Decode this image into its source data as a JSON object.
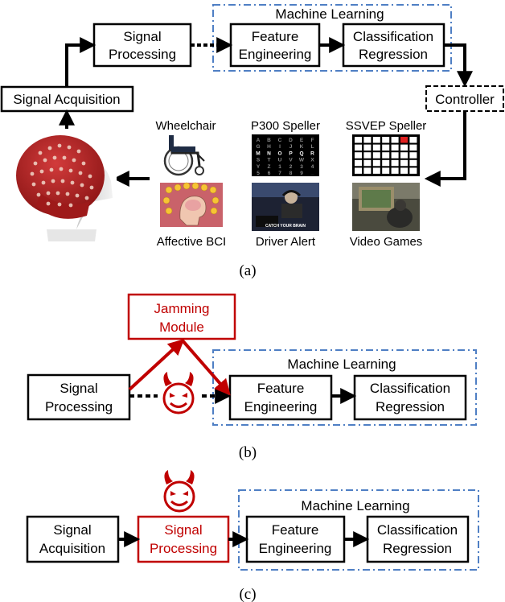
{
  "colors": {
    "attack": "#c00000",
    "ml_border": "#4f7fc4",
    "box": "#000000"
  },
  "panel_a": {
    "caption": "(a)",
    "ml_group": "Machine Learning",
    "signal_processing": [
      "Signal",
      "Processing"
    ],
    "feature_engineering": [
      "Feature",
      "Engineering"
    ],
    "classification": [
      "Classification",
      "Regression"
    ],
    "signal_acquisition": "Signal Acquisition",
    "controller": "Controller",
    "apps": {
      "wheelchair": "Wheelchair",
      "p300": "P300 Speller",
      "ssvep": "SSVEP Speller",
      "affective": "Affective BCI",
      "driver": "Driver Alert",
      "games": "Video Games"
    },
    "p300_letters": [
      "A",
      "B",
      "C",
      "D",
      "E",
      "F",
      "G",
      "H",
      "I",
      "J",
      "K",
      "L",
      "M",
      "N",
      "O",
      "P",
      "Q",
      "R",
      "S",
      "T",
      "U",
      "V",
      "W",
      "X",
      "Y",
      "Z",
      "1",
      "2",
      "3",
      "4",
      "5",
      "6",
      "7",
      "8",
      "9",
      "_"
    ],
    "driver_text": "CATCH YOUR BRAIN"
  },
  "panel_b": {
    "caption": "(b)",
    "jamming": [
      "Jamming",
      "Module"
    ],
    "ml_group": "Machine Learning",
    "signal_processing": [
      "Signal",
      "Processing"
    ],
    "feature_engineering": [
      "Feature",
      "Engineering"
    ],
    "classification": [
      "Classification",
      "Regression"
    ]
  },
  "panel_c": {
    "caption": "(c)",
    "ml_group": "Machine Learning",
    "signal_acquisition": [
      "Signal",
      "Acquisition"
    ],
    "signal_processing": [
      "Signal",
      "Processing"
    ],
    "feature_engineering": [
      "Feature",
      "Engineering"
    ],
    "classification": [
      "Classification",
      "Regression"
    ]
  }
}
